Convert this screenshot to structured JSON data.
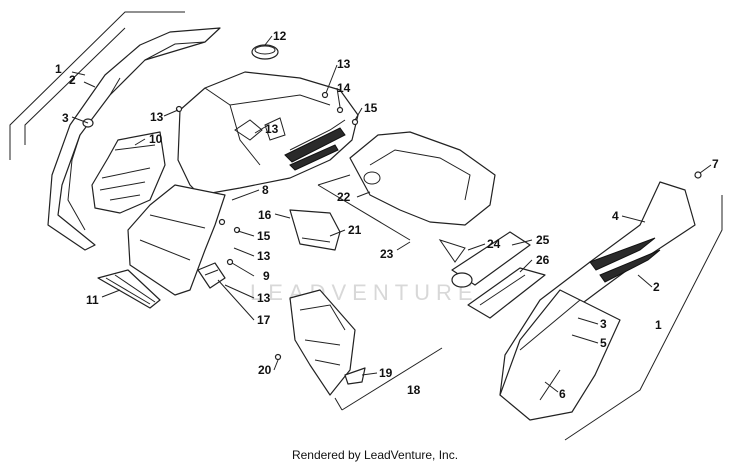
{
  "labels": {
    "l1_left": "1",
    "l2_left": "2",
    "l3_left": "3",
    "l10": "10",
    "l11": "11",
    "l12": "12",
    "l13_a": "13",
    "l13_b": "13",
    "l13_c": "13",
    "l13_d": "13",
    "l13_e": "13",
    "l14": "14",
    "l15_a": "15",
    "l15_b": "15",
    "l16": "16",
    "l17": "17",
    "l8": "8",
    "l9": "9",
    "l20": "20",
    "l19": "19",
    "l18": "18",
    "l21": "21",
    "l22": "22",
    "l23": "23",
    "l24": "24",
    "l25": "25",
    "l26": "26",
    "l7": "7",
    "l4": "4",
    "l2_right": "2",
    "l1_right": "1",
    "l3_right": "3",
    "l5": "5",
    "l6": "6"
  },
  "watermark": "LEADVENTURE",
  "caption": "Rendered by LeadVenture, Inc."
}
